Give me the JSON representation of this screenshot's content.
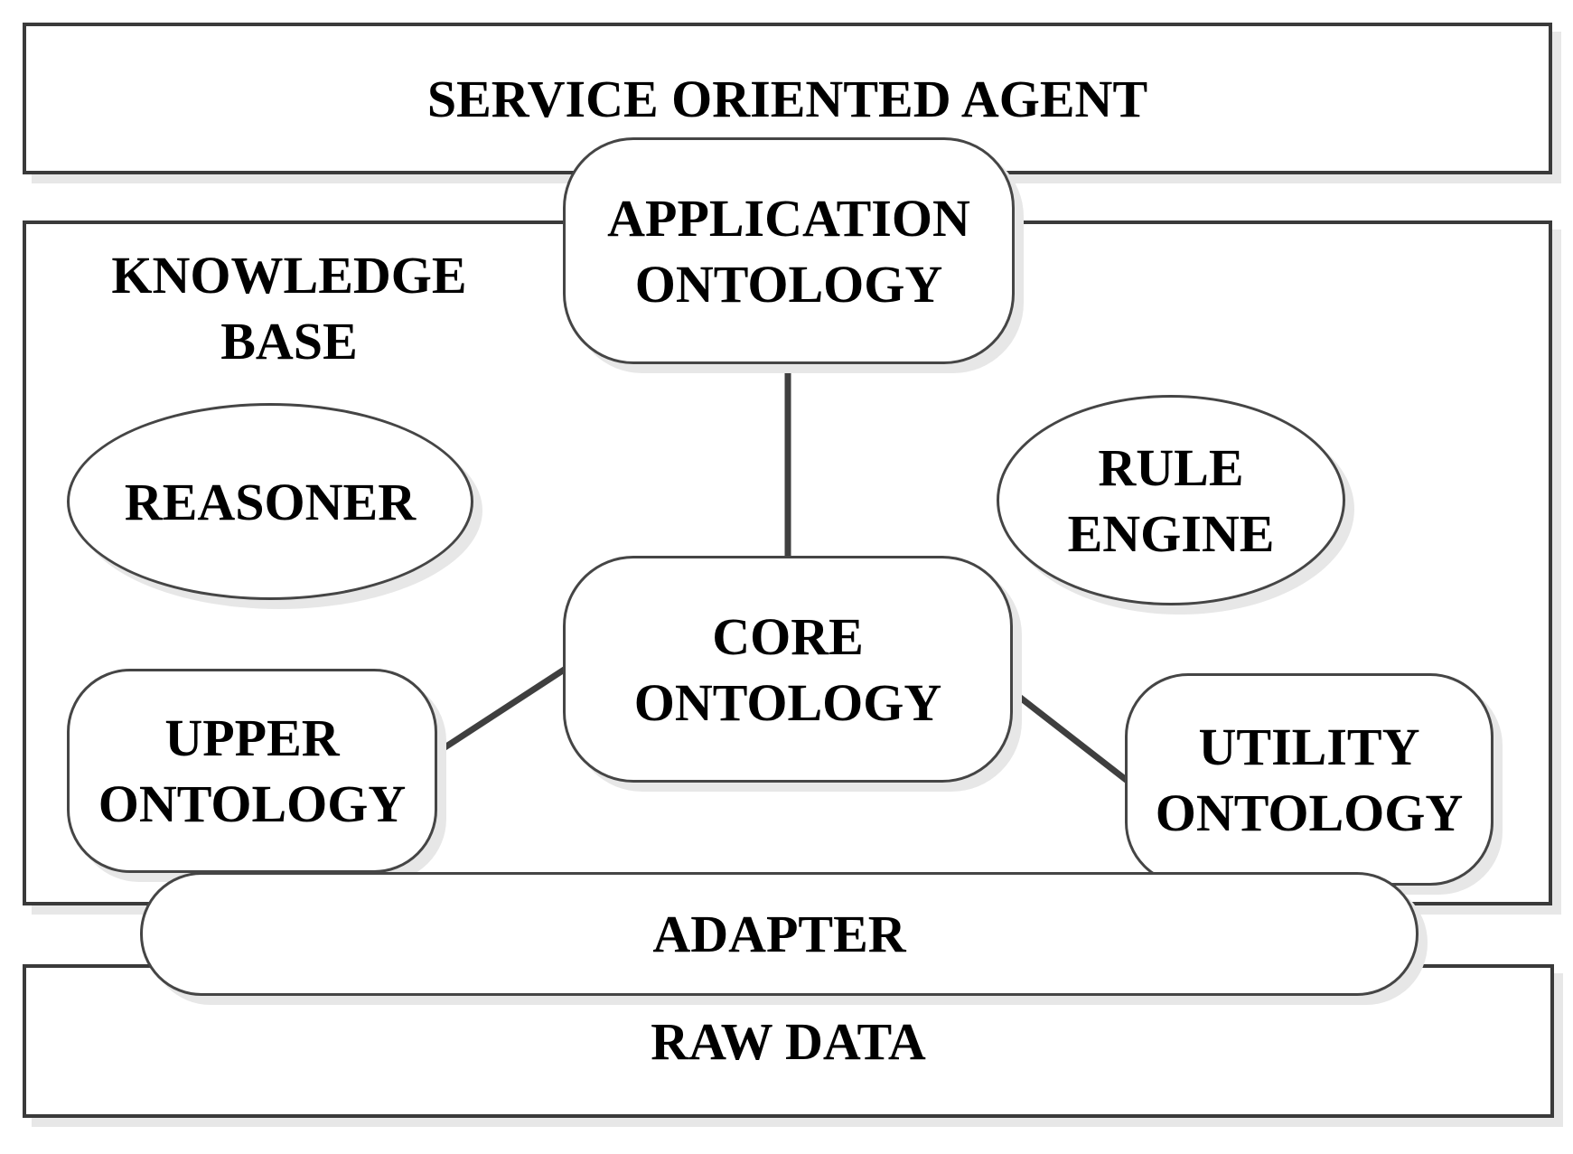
{
  "diagram": {
    "type": "architecture-block-diagram",
    "colors": {
      "background": "#ffffff",
      "shape_fill": "#ffffff",
      "outer_border": "#3a3a3a",
      "node_border": "#454545",
      "connector": "#3f3f3f",
      "shadow": "#e7e7e7",
      "text": "#000000"
    },
    "containers": {
      "service_oriented_agent": {
        "label": "SERVICE ORIENTED AGENT"
      },
      "knowledge_base": {
        "line1": "KNOWLEDGE",
        "line2": "BASE"
      },
      "raw_data": {
        "label": "RAW DATA"
      }
    },
    "nodes": {
      "application_ontology": {
        "shape": "rounded-rectangle",
        "line1": "APPLICATION",
        "line2": "ONTOLOGY"
      },
      "core_ontology": {
        "shape": "rounded-rectangle",
        "line1": "CORE",
        "line2": "ONTOLOGY"
      },
      "upper_ontology": {
        "shape": "rounded-rectangle",
        "line1": "UPPER",
        "line2": "ONTOLOGY"
      },
      "utility_ontology": {
        "shape": "rounded-rectangle",
        "line1": "UTILITY",
        "line2": "ONTOLOGY"
      },
      "reasoner": {
        "shape": "ellipse",
        "label": "REASONER"
      },
      "rule_engine": {
        "shape": "ellipse",
        "line1": "RULE",
        "line2": "ENGINE"
      },
      "adapter": {
        "shape": "pill",
        "label": "ADAPTER"
      }
    },
    "edges": [
      {
        "from": "application_ontology",
        "to": "core_ontology"
      },
      {
        "from": "upper_ontology",
        "to": "core_ontology"
      },
      {
        "from": "core_ontology",
        "to": "utility_ontology"
      }
    ]
  }
}
